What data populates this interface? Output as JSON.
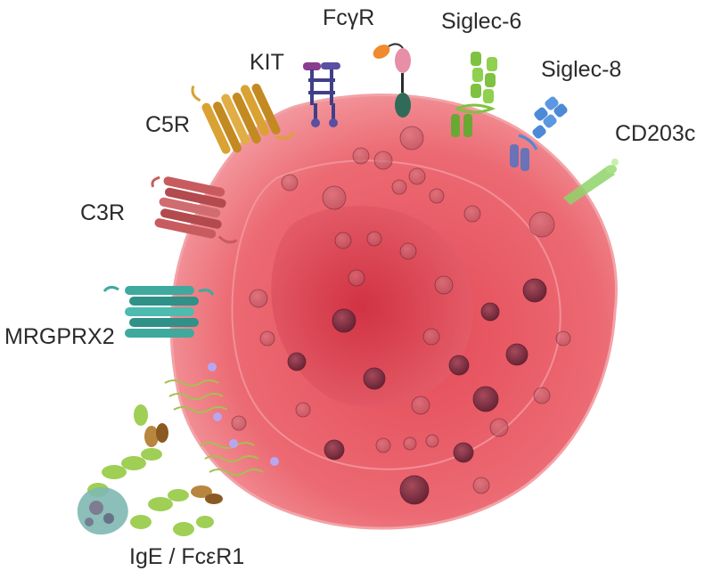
{
  "labels": {
    "fcgr": "FcγR",
    "kit": "KIT",
    "siglec6": "Siglec-6",
    "siglec8": "Siglec-8",
    "c5r": "C5R",
    "cd203c": "CD203c",
    "c3r": "C3R",
    "mrgprx2": "MRGPRX2",
    "ige": "IgE / FcεR1"
  },
  "colors": {
    "cell": "#e8646e",
    "cell_light": "#f28d94",
    "nucleus": "#d94451",
    "granule_dark": "#7a2d3f",
    "granule_light": "#b9525d",
    "c5r": "#d9a233",
    "c3r": "#c85b5e",
    "mrgprx2": "#3fa99e",
    "kit": "#5a4fa0",
    "siglec6": "#7fc242",
    "siglec8": "#4d8ad6",
    "cd203c": "#8fd46a",
    "ige": "#9fcf55",
    "fcgr_head": "#ef8a2d",
    "fcgr_body": "#e88fa8",
    "fcgr_base": "#2f6b58"
  }
}
